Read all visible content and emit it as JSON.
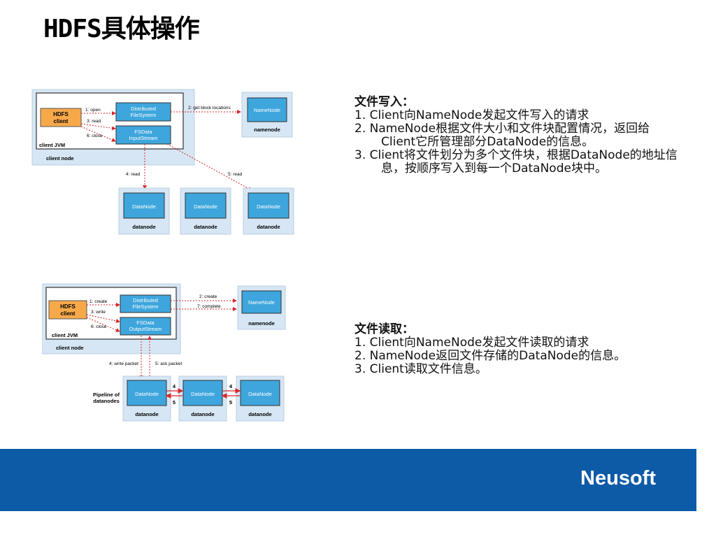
{
  "page": {
    "title": "HDFS具体操作"
  },
  "read_diagram": {
    "client_label": [
      "HDFS",
      "client"
    ],
    "dfs_label": [
      "Distributed",
      "FileSystem"
    ],
    "stream_label": [
      "FSData",
      "InputStream"
    ],
    "jvm_label": "client JVM",
    "node_label": "client node",
    "step_open": "1: open",
    "step_read": "3: read",
    "step_close": "6: close",
    "step_get_block": "2: get block locations",
    "step_read4": "4: read",
    "step_read5": "5: read",
    "namenode_box": "NameNode",
    "namenode_label": "namenode",
    "datanode_box": "DataNode",
    "datanode_label": "datanode"
  },
  "write_diagram": {
    "client_label": [
      "HDFS",
      "client"
    ],
    "dfs_label": [
      "Distributed",
      "FileSystem"
    ],
    "stream_label": [
      "FSData",
      "OutputStream"
    ],
    "jvm_label": "client JVM",
    "node_label": "client node",
    "step_create": "1: create",
    "step_write": "3: write",
    "step_close": "6: close",
    "step_create2": "2: create",
    "step_complete": "7: complete",
    "step_write_packet": "4: write packet",
    "step_ack_packet": "5: ack packet",
    "pipeline_label": [
      "Pipeline of",
      "datanodes"
    ],
    "ack4": "4",
    "ack5": "5",
    "namenode_box": "NameNode",
    "namenode_label": "namenode",
    "datanode_box": "DataNode",
    "datanode_label": "datanode"
  },
  "write_text": {
    "heading": "文件写入：",
    "items": [
      "1. Client向NameNode发起文件写入的请求",
      "2. NameNode根据文件大小和文件块配置情况，返回给Client它所管理部分DataNode的信息。",
      "3. Client将文件划分为多个文件块，根据DataNode的地址信息，按顺序写入到每一个DataNode块中。"
    ]
  },
  "read_text": {
    "heading": "文件读取：",
    "items": [
      "1. Client向NameNode发起文件读取的请求",
      "2. NameNode返回文件存储的DataNode的信息。",
      "3. Client读取文件信息。"
    ]
  },
  "footer": {
    "brand": "Neusoft"
  },
  "colors": {
    "footer_bg": "#0d5aa7",
    "client_orange": "#f7a94a",
    "box_blue": "#3ea6dd",
    "panel_blue": "#d6e6f4",
    "arrow_red": "#d9262b"
  }
}
